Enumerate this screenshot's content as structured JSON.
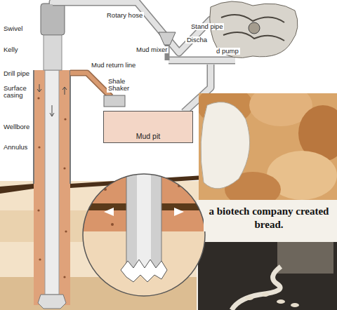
{
  "diagram": {
    "nodes": [
      {
        "text": [
          "Mud pit"
        ]
      }
    ],
    "labels": [
      "Swivel",
      "Kelly",
      "Drill pipe",
      "Surface casing",
      "Wellbore",
      "Annulus",
      "Rotary hose",
      "Stand pipe",
      "Discha",
      "d pump",
      "Mud mixer",
      "Mud return line",
      "Shale Shaker",
      "a biotech company created bread."
    ]
  }
}
